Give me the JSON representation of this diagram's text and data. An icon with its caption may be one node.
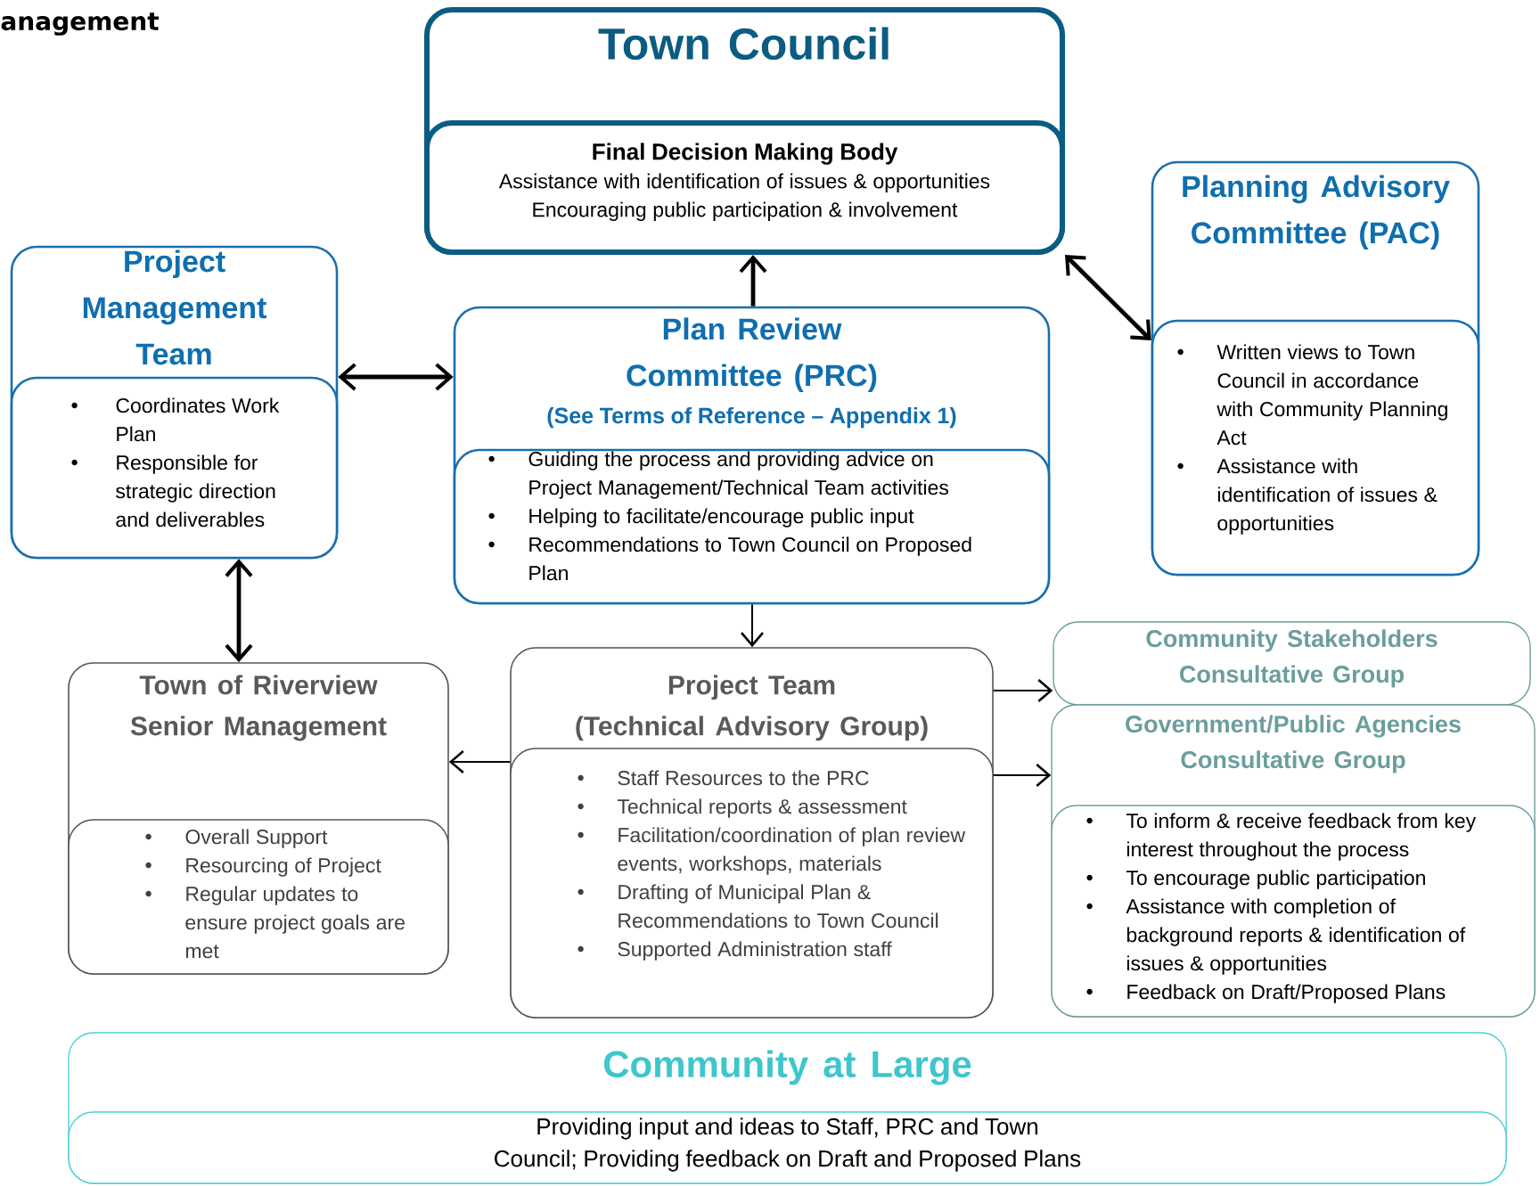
{
  "diagram": {
    "nodes": [
      {
        "text": [
          "Town Council",
          "Final Decision Making Body",
          "Assistance with identification of issues & opportunities",
          "Encouraging public participation & involvement"
        ]
      },
      {
        "text": [
          "Project Management Team",
          "Coordinates Work Plan",
          "Responsible for strategic direction and deliverables"
        ]
      },
      {
        "text": [
          "Plan Review Committee (PRC)",
          "(See Terms of Reference – Appendix 1)",
          "Guiding the process and providing advice on Project Management/Technical Team activities",
          "Helping to facilitate/encourage public input",
          "Recommendations to Town Council on Proposed Plan"
        ]
      },
      {
        "text": [
          "Planning Advisory Committee (PAC)",
          "Written views to Town Council in accordance with Community Planning Act",
          "Assistance with identification of issues & opportunities"
        ]
      },
      {
        "text": [
          "Town of Riverview Senior Management",
          "Overall Support",
          "Resourcing of Project",
          "Regular updates to ensure project goals are met"
        ]
      },
      {
        "text": [
          "Project Team",
          "(Technical Advisory Group)",
          "Staff Resources to the PRC",
          "Technical reports & assessment",
          "Facilitation/coordination of plan review events, workshops, materials",
          "Drafting of Municipal Plan & Recommendations to Town Council",
          "Supported Administration staff"
        ]
      },
      {
        "text": [
          "Community Stakeholders Consultative Group"
        ]
      },
      {
        "text": [
          "Government/Public Agencies Consultative Group",
          "To inform & receive feedback from key interest throughout the process",
          "To encourage public participation",
          "Assistance with completion of background reports & identification of issues & opportunities",
          "Feedback on Draft/Proposed Plans"
        ]
      },
      {
        "text": [
          "Community at Large",
          "Providing input and ideas to Staff, PRC and Town Council; Providing feedback on Draft and Proposed Plans"
        ]
      }
    ],
    "edges": [
      {
        "from": 2,
        "to": 0,
        "arrow": "to",
        "style": "thick"
      },
      {
        "from": 0,
        "to": 3,
        "arrow": "both",
        "style": "thick"
      },
      {
        "from": 1,
        "to": 2,
        "arrow": "both",
        "style": "thick"
      },
      {
        "from": 1,
        "to": 4,
        "arrow": "both",
        "style": "thick"
      },
      {
        "from": 2,
        "to": 5,
        "arrow": "to"
      },
      {
        "from": 5,
        "to": 4,
        "arrow": "to"
      },
      {
        "from": 5,
        "to": 6,
        "arrow": "to"
      },
      {
        "from": 5,
        "to": 7,
        "arrow": "to"
      }
    ],
    "labels": [
      "anagement"
    ]
  }
}
